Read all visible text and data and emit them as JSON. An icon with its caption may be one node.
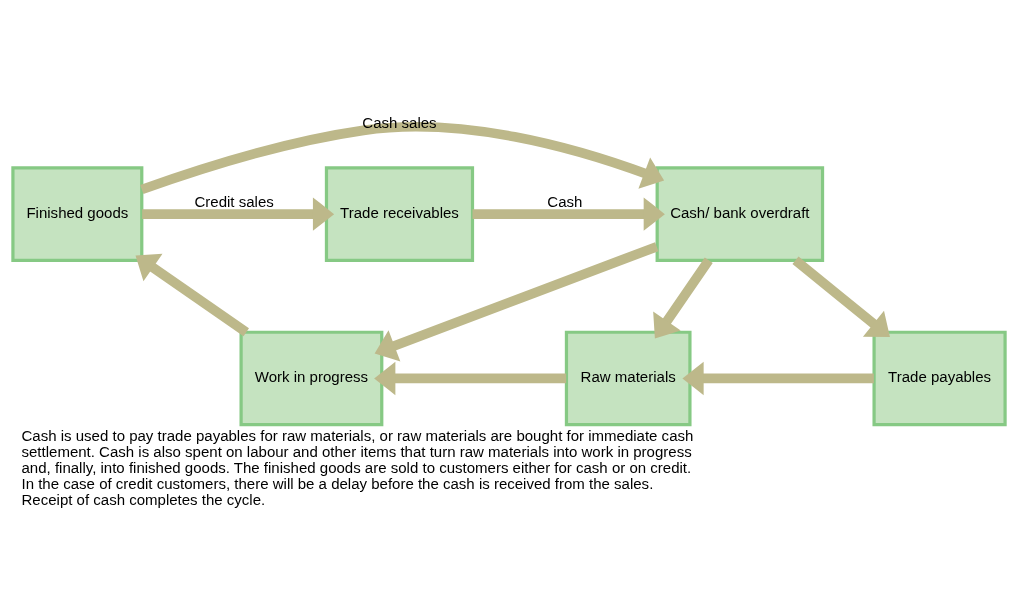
{
  "diagram": {
    "caption": "Cash is used to pay trade payables for raw materials, or raw materials are bought for immediate cash settlement. Cash is also spent on labour and other items that turn raw materials into work in progress and, finally, into finished goods. The finished goods are sold to customers either for cash or on credit. In the case of credit customers, there will be a delay before the cash is received from the sales. Receipt of cash completes the cycle.",
    "nodes": [
      {
        "text": [
          "Finished goods"
        ]
      },
      {
        "text": [
          "Trade receivables"
        ]
      },
      {
        "text": [
          "Cash/ bank overdraft"
        ]
      },
      {
        "text": [
          "Work in progress"
        ]
      },
      {
        "text": [
          "Raw materials"
        ]
      },
      {
        "text": [
          "Trade payables"
        ]
      }
    ],
    "edges": [
      {
        "from": 0,
        "to": 2,
        "arrow": "to",
        "label": "Cash sales"
      },
      {
        "from": 0,
        "to": 1,
        "arrow": "to",
        "label": "Credit sales"
      },
      {
        "from": 1,
        "to": 2,
        "arrow": "to",
        "label": "Cash"
      },
      {
        "from": 2,
        "to": 3,
        "arrow": "to"
      },
      {
        "from": 2,
        "to": 4,
        "arrow": "to"
      },
      {
        "from": 2,
        "to": 5,
        "arrow": "to"
      },
      {
        "from": 5,
        "to": 4,
        "arrow": "to"
      },
      {
        "from": 4,
        "to": 3,
        "arrow": "to"
      },
      {
        "from": 3,
        "to": 0,
        "arrow": "to"
      }
    ]
  }
}
